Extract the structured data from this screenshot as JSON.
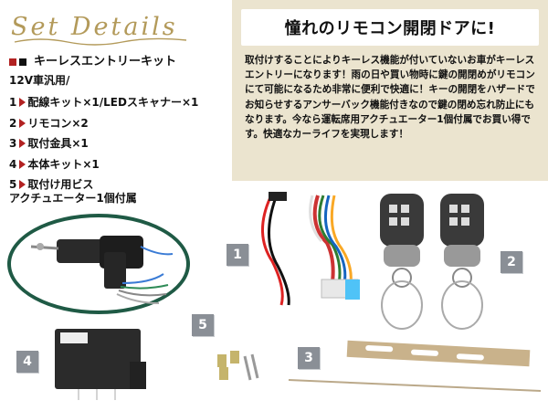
{
  "logo_text": "Set Details",
  "kit_title": "キーレスエントリーキット",
  "usage": "12V車汎用/",
  "parts": [
    {
      "num": "1",
      "text": "配線キット×1/LEDスキャナー×1"
    },
    {
      "num": "2",
      "text": "リモコン×2"
    },
    {
      "num": "3",
      "text": "取付金具×1"
    },
    {
      "num": "4",
      "text": "本体キット×1"
    },
    {
      "num": "5",
      "text": "取付け用ビス"
    }
  ],
  "actuator_note": "アクチュエーター1個付属",
  "panel": {
    "headline": "憧れのリモコン開閉ドアに!",
    "body": "取付けすることによりキーレス機能が付いていないお車がキーレスエントリーになります！雨の日や買い物時に鍵の開閉めがリモコンにて可能になるため非常に便利で快適に！キーの開閉をハザードでお知らせするアンサーバック機能付きなので鍵の閉め忘れ防止にもなります。今なら運転席用アクチュエーター1個付属でお買い得です。快適なカーライフを実現します！"
  },
  "photo_labels": [
    "1",
    "2",
    "3",
    "4",
    "5"
  ],
  "colors": {
    "logo_gold": "#b39a5a",
    "accent_red": "#b22222",
    "panel_beige": "#ebe4cf",
    "ellipse_green": "#1f5a45",
    "label_gray": "#8a8f96"
  }
}
